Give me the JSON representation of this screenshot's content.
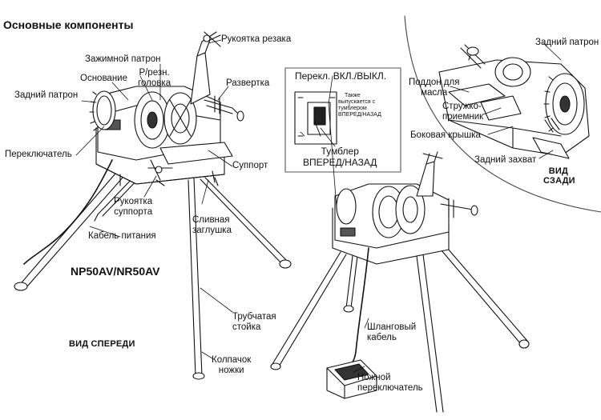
{
  "title": "Основные компоненты",
  "model": "NP50AV/NR50AV",
  "views": {
    "front": "ВИД СПЕРЕДИ",
    "rear_line1": "ВИД",
    "rear_line2": "СЗАДИ"
  },
  "labels": {
    "cutter_handle": "Рукоятка резака",
    "chuck": "Зажимной патрон",
    "die_head_1": "Р/резн.",
    "die_head_2": "головка",
    "base": "Основание",
    "reamer": "Развертка",
    "rear_chuck": "Задний патрон",
    "switch": "Переключатель",
    "carriage": "Суппорт",
    "carriage_handle_1": "Рукоятка",
    "carriage_handle_2": "суппорта",
    "drain_plug_1": "Сливная",
    "drain_plug_2": "заглушка",
    "power_cable": "Кабель питания",
    "tube_leg_1": "Трубчатая",
    "tube_leg_2": "стойка",
    "leg_cap_1": "Колпачок",
    "leg_cap_2": "ножки",
    "hose_cable_1": "Шланговый",
    "hose_cable_2": "кабель",
    "foot_switch_1": "Ножной",
    "foot_switch_2": "переключатель",
    "inset_switch": "Перекл. ВКЛ./ВЫКЛ.",
    "inset_note_1": "Также",
    "inset_note_2": "выпускается с",
    "inset_note_3": "тумблером",
    "inset_note_4": "ВПЕРЕД/НАЗАД",
    "toggle_1": "Тумблер",
    "toggle_2": "ВПЕРЕД/НАЗАД",
    "oil_pan_1": "Поддон для",
    "oil_pan_2": "масла",
    "chip_tray_1": "Стружко-",
    "chip_tray_2": "приемник",
    "side_cover": "Боковая крышка",
    "rear_chuck_rear": "Задний патрон",
    "rear_grip": "Задний захват"
  }
}
